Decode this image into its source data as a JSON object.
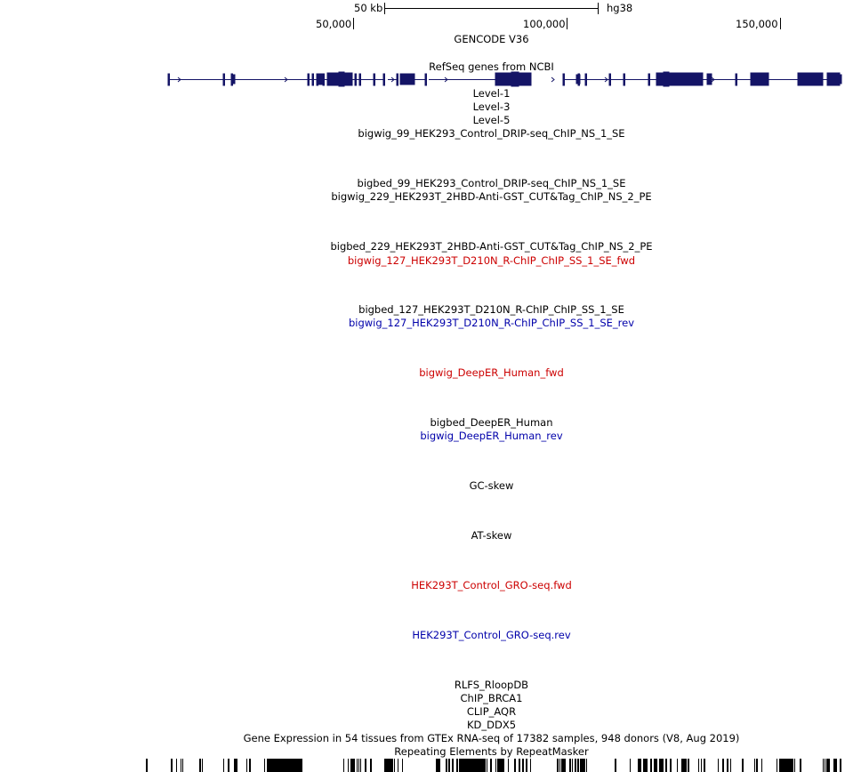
{
  "ruler": {
    "scale_label": "50 kb",
    "assembly_label": "hg38",
    "positions": [
      "50,000",
      "100,000",
      "150,000"
    ]
  },
  "tracks": [
    {
      "label": "GENCODE V36",
      "color": "#000000"
    },
    {
      "label": "RefSeq genes from NCBI",
      "color": "#000000"
    },
    {
      "label": "Level-1",
      "color": "#000000"
    },
    {
      "label": "Level-3",
      "color": "#000000"
    },
    {
      "label": "Level-5",
      "color": "#000000"
    },
    {
      "label": "bigwig_99_HEK293_Control_DRIP-seq_ChIP_NS_1_SE",
      "color": "#000000"
    },
    {
      "label": "bigbed_99_HEK293_Control_DRIP-seq_ChIP_NS_1_SE",
      "color": "#000000"
    },
    {
      "label": "bigwig_229_HEK293T_2HBD-Anti-GST_CUT&Tag_ChIP_NS_2_PE",
      "color": "#000000"
    },
    {
      "label": "bigbed_229_HEK293T_2HBD-Anti-GST_CUT&Tag_ChIP_NS_2_PE",
      "color": "#000000"
    },
    {
      "label": "bigwig_127_HEK293T_D210N_R-ChIP_ChIP_SS_1_SE_fwd",
      "color": "#cc0000"
    },
    {
      "label": "bigbed_127_HEK293T_D210N_R-ChIP_ChIP_SS_1_SE",
      "color": "#000000"
    },
    {
      "label": "bigwig_127_HEK293T_D210N_R-ChIP_ChIP_SS_1_SE_rev",
      "color": "#0000aa"
    },
    {
      "label": "bigwig_DeepER_Human_fwd",
      "color": "#cc0000"
    },
    {
      "label": "bigbed_DeepER_Human",
      "color": "#000000"
    },
    {
      "label": "bigwig_DeepER_Human_rev",
      "color": "#0000aa"
    },
    {
      "label": "GC-skew",
      "color": "#000000"
    },
    {
      "label": "AT-skew",
      "color": "#000000"
    },
    {
      "label": "HEK293T_Control_GRO-seq.fwd",
      "color": "#cc0000"
    },
    {
      "label": "HEK293T_Control_GRO-seq.rev",
      "color": "#0000aa"
    },
    {
      "label": "RLFS_RloopDB",
      "color": "#000000"
    },
    {
      "label": "ChIP_BRCA1",
      "color": "#000000"
    },
    {
      "label": "CLIP_AQR",
      "color": "#000000"
    },
    {
      "label": "KD_DDX5",
      "color": "#000000"
    },
    {
      "label": "Gene Expression in 54 tissues from GTEx RNA-seq of 17382 samples, 948 donors (V8, Aug 2019)",
      "color": "#000000"
    },
    {
      "label": "Repeating Elements by RepeatMasker",
      "color": "#000000"
    }
  ],
  "colors": {
    "gene": "#141466",
    "text": "#000000",
    "fwd": "#cc0000",
    "rev": "#0000aa"
  }
}
